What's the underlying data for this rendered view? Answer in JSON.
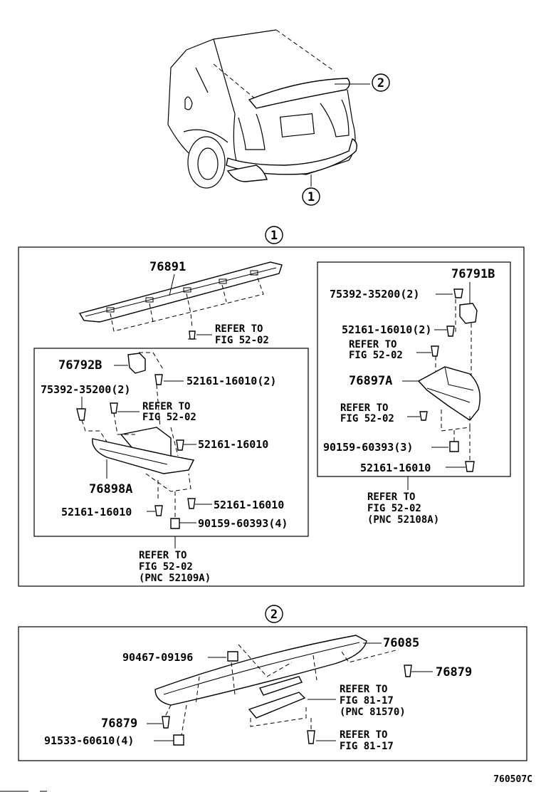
{
  "callouts": {
    "one": "1",
    "two": "2"
  },
  "section1": {
    "main": {
      "part_76891": "76891",
      "ref1_line1": "REFER TO",
      "ref1_line2": "FIG 52-02"
    },
    "left": {
      "part_76792B": "76792B",
      "part_75392": "75392-35200(2)",
      "part_52161_2": "52161-16010(2)",
      "ref_line1": "REFER TO",
      "ref_line2": "FIG 52-02",
      "part_52161_a": "52161-16010",
      "part_76898A": "76898A",
      "part_52161_b": "52161-16010",
      "part_52161_c": "52161-16010",
      "part_90159": "90159-60393(4)",
      "bottom_ref_line1": "REFER TO",
      "bottom_ref_line2": "FIG 52-02",
      "bottom_ref_line3": "(PNC 52109A)"
    },
    "right": {
      "part_76791B": "76791B",
      "part_75392": "75392-35200(2)",
      "part_52161_2": "52161-16010(2)",
      "ref1_line1": "REFER TO",
      "ref1_line2": "FIG 52-02",
      "part_76897A": "76897A",
      "ref2_line1": "REFER TO",
      "ref2_line2": "FIG 52-02",
      "part_90159": "90159-60393(3)",
      "part_52161": "52161-16010",
      "bottom_ref_line1": "REFER TO",
      "bottom_ref_line2": "FIG 52-02",
      "bottom_ref_line3": "(PNC 52108A)"
    }
  },
  "section2": {
    "part_90467": "90467-09196",
    "part_76085": "76085",
    "part_76879_r": "76879",
    "ref1_line1": "REFER TO",
    "ref1_line2": "FIG 81-17",
    "ref1_line3": "(PNC 81570)",
    "part_76879_l": "76879",
    "part_91533": "91533-60610(4)",
    "ref2_line1": "REFER TO",
    "ref2_line2": "FIG 81-17"
  },
  "footer": {
    "code": "760507C"
  }
}
